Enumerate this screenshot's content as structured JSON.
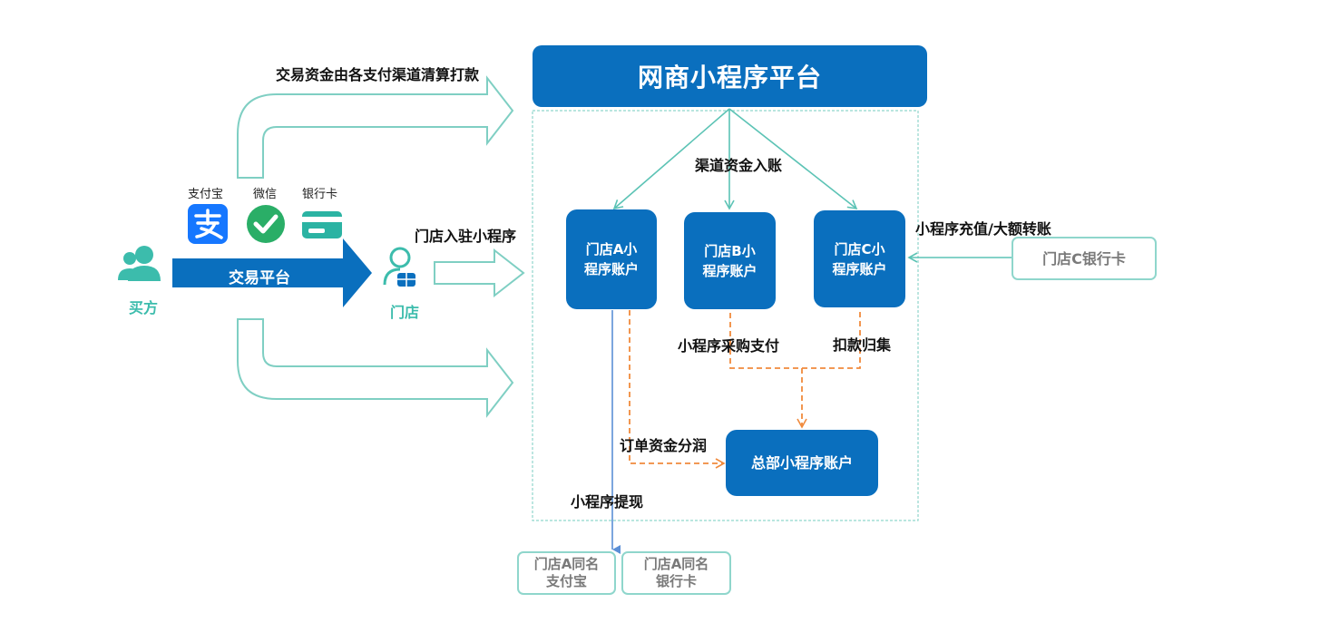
{
  "platform": {
    "title": "网商小程序平台"
  },
  "top_label": "交易资金由各支付渠道清算打款",
  "channel_label": "渠道资金入账",
  "onboard_label": "门店入驻小程序",
  "payment_channels": [
    {
      "label": "支付宝",
      "icon": "alipay-icon",
      "color": "#1677ff"
    },
    {
      "label": "微信",
      "icon": "wechat-pay-icon",
      "color": "#2aae67"
    },
    {
      "label": "银行卡",
      "icon": "bank-card-icon",
      "color": "#2bb3a3"
    }
  ],
  "buyer": {
    "label": "买方",
    "icon": "user-group-icon"
  },
  "trade_platform": {
    "label": "交易平台"
  },
  "store": {
    "label": "门店",
    "icon": "store-user-icon"
  },
  "accounts": {
    "a": {
      "line1": "门店A小",
      "line2": "程序账户"
    },
    "b": {
      "line1": "门店B小",
      "line2": "程序账户"
    },
    "c": {
      "line1": "门店C小",
      "line2": "程序账户"
    },
    "hq": {
      "label": "总部小程序账户"
    }
  },
  "recharge_label": "小程序充值/大额转账",
  "store_c_bank": "门店C银行卡",
  "purchase_label": "小程序采购支付",
  "deduct_label": "扣款归集",
  "split_label": "订单资金分润",
  "withdraw_label": "小程序提现",
  "withdraw_targets": [
    {
      "line1": "门店A同名",
      "line2": "支付宝"
    },
    {
      "line1": "门店A同名",
      "line2": "银行卡"
    }
  ],
  "colors": {
    "brand_blue": "#0a6fbe",
    "teal": "#3cbcac",
    "orange": "#f08a3c"
  }
}
